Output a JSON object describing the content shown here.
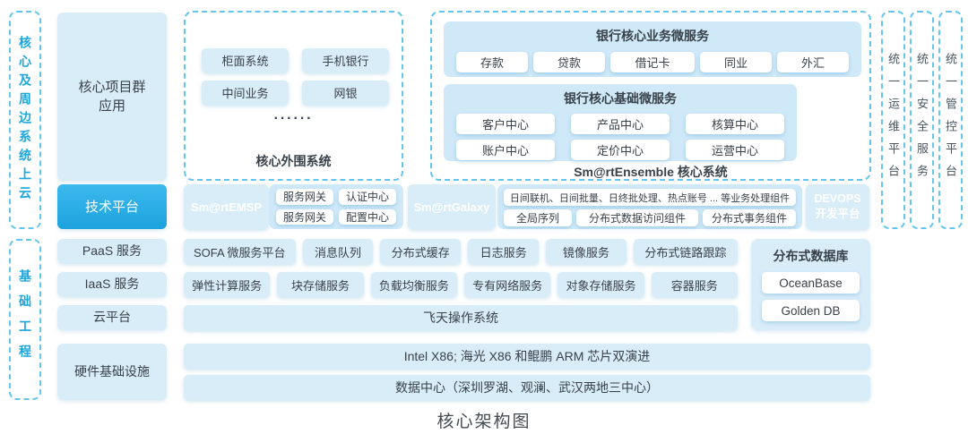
{
  "diagram_title": "核心架构图",
  "left_rails": {
    "cloud": "核心及周边系统上云",
    "infra": "基础工程"
  },
  "side_labels": {
    "apps_line1": "核心项目群",
    "apps_line2": "应用",
    "tech": "技术平台",
    "paas": "PaaS 服务",
    "iaas": "IaaS 服务",
    "cloud": "云平台",
    "hardware": "硬件基础设施"
  },
  "peripheral": {
    "title": "核心外围系统",
    "items": [
      "柜面系统",
      "手机银行",
      "中间业务",
      "网银"
    ],
    "ellipsis": "······"
  },
  "ensemble": {
    "title": "Sm@rtEnsemble 核心系统",
    "business": {
      "title": "银行核心业务微服务",
      "items": [
        "存款",
        "贷款",
        "借记卡",
        "同业",
        "外汇"
      ]
    },
    "basic": {
      "title": "银行核心基础微服务",
      "items": [
        "客户中心",
        "产品中心",
        "核算中心",
        "账户中心",
        "定价中心",
        "运营中心"
      ]
    }
  },
  "tech_platform": {
    "emsp": {
      "name": "Sm@rtEMSP",
      "items": [
        "服务网关",
        "认证中心",
        "服务网关",
        "配置中心"
      ]
    },
    "galaxy": {
      "name": "Sm@rtGalaxy",
      "banner": "日间联机、日间批量、日终批处理、热点账号 ... 等业务处理组件",
      "items": [
        "全局序列",
        "分布式数据访问组件",
        "分布式事务组件"
      ]
    },
    "devops": {
      "line1": "DEVOPS",
      "line2": "开发平台"
    }
  },
  "paas": {
    "items": [
      "SOFA 微服务平台",
      "消息队列",
      "分布式缓存",
      "日志服务",
      "镜像服务",
      "分布式链路跟踪"
    ]
  },
  "iaas": {
    "items": [
      "弹性计算服务",
      "块存储服务",
      "负载均衡服务",
      "专有网络服务",
      "对象存储服务",
      "容器服务"
    ]
  },
  "cloud_os": "飞天操作系统",
  "database": {
    "title": "分布式数据库",
    "items": [
      "OceanBase",
      "Golden DB"
    ]
  },
  "hardware": {
    "chips": "Intel X86; 海光 X86 和鲲鹏 ARM 芯片双演进",
    "datacenter": "数据中心（深圳罗湖、观澜、武汉两地三中心）"
  },
  "right_rails": [
    "统一运维平台",
    "统一安全服务",
    "统一管控平台"
  ],
  "colors": {
    "accent": "#29ade4",
    "light_fill": "#d9edf9",
    "panel_fill": "#cfe9f8",
    "dashed_border": "#64c6ee"
  }
}
